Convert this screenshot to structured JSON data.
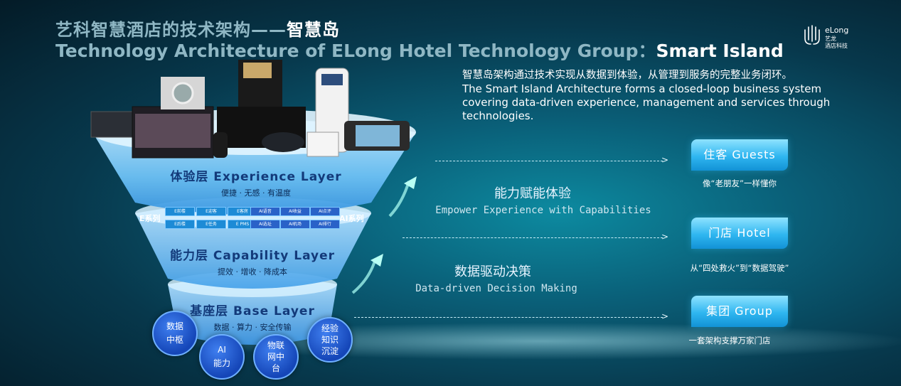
{
  "title": {
    "cn_prefix": "艺科智慧酒店的技术架构——",
    "cn_highlight": "智慧岛",
    "en_prefix": "Technology Architecture of ELong Hotel Technology Group：",
    "en_highlight": "Smart Island"
  },
  "logo": {
    "name": "eLong",
    "line1": "艺龙",
    "line2": "酒店科技"
  },
  "intro": {
    "cn": "智慧岛架构通过技术实现从数据到体验，从管理到服务的完整业务闭环。",
    "en": "The Smart Island Architecture forms a closed-loop business system covering data-driven experience, management and services through technologies."
  },
  "layers": {
    "experience": {
      "name": "体验层 Experience Layer",
      "sub": "便捷 · 无感 · 有温度"
    },
    "capability": {
      "name": "能力层 Capability Layer",
      "sub": "提效 · 增收 · 降成本"
    },
    "base": {
      "name": "基座层 Base Layer",
      "sub": "数据 · 算力 · 安全传输"
    }
  },
  "series": {
    "e": "E系列",
    "ai": "AI系列"
  },
  "e_chips": [
    "E前楼",
    "E迎客",
    "E客房",
    "E后楼",
    "E任务",
    "E PMS"
  ],
  "ai_chips": [
    "AI语音",
    "AI收益",
    "AI点评",
    "AI选址",
    "AI机场",
    "AI排行"
  ],
  "circles": {
    "data_hub": [
      "数据",
      "中枢"
    ],
    "ai_power": [
      "AI",
      "能力"
    ],
    "iot": [
      "物联",
      "网中",
      "台"
    ],
    "knowledge": [
      "经验",
      "知识",
      "沉淀"
    ]
  },
  "middle": {
    "empower": {
      "cn": "能力赋能体验",
      "en": "Empower Experience with Capabilities"
    },
    "data_driven": {
      "cn": "数据驱动决策",
      "en": "Data-driven Decision Making"
    }
  },
  "targets": {
    "guests": {
      "label": "住客 Guests",
      "sub": "像“老朋友”一样懂你"
    },
    "hotel": {
      "label": "门店 Hotel",
      "sub": "从“四处救火”到“数据驾驶”"
    },
    "group": {
      "label": "集团 Group",
      "sub": "一套架构支撑万家门店"
    }
  },
  "colors": {
    "accent": "#2fb6f0",
    "funnel": "#6fc4f5",
    "title_dim": "#8fb7c4"
  }
}
